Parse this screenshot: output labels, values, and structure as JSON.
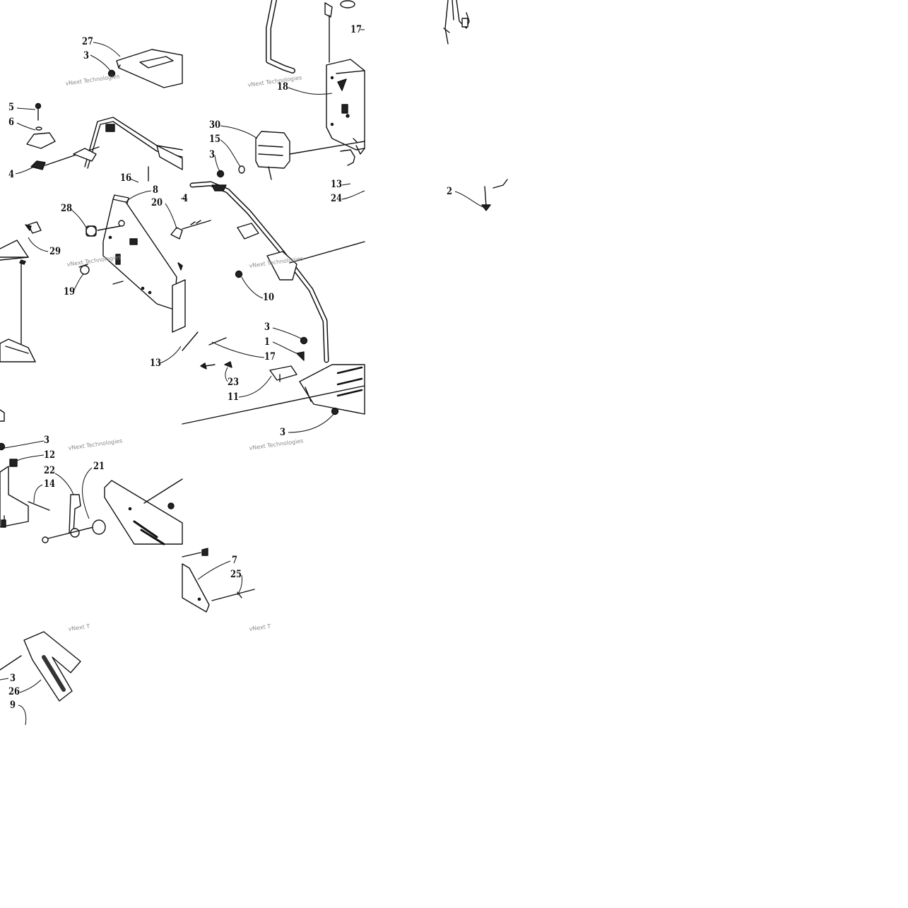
{
  "diagram": {
    "watermark_text": "vNext Technologies",
    "watermark_cut_text": "vNext T",
    "callouts": {
      "c27": "27",
      "c3a": "3",
      "c5": "5",
      "c6": "6",
      "c4a": "4",
      "c16": "16",
      "c17a": "17",
      "c18": "18",
      "c30": "30",
      "c15": "15",
      "c3b": "3",
      "c13a": "13",
      "c24": "24",
      "c2": "2",
      "c28": "28",
      "c8": "8",
      "c20": "20",
      "c4b": "4",
      "c29": "29",
      "c19": "19",
      "c10": "10",
      "c3c": "3",
      "c1": "1",
      "c17b": "17",
      "c13b": "13",
      "c23": "23",
      "c11": "11",
      "c3d": "3",
      "c3e": "3",
      "c12": "12",
      "c22": "22",
      "c21": "21",
      "c14": "14",
      "c7": "7",
      "c25": "25",
      "c3f": "3",
      "c26": "26",
      "c9": "9"
    }
  }
}
